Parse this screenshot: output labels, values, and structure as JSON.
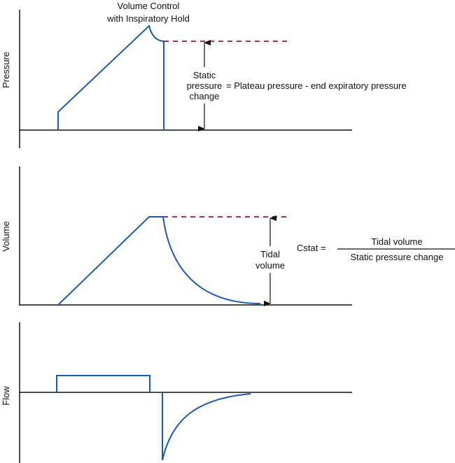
{
  "title": [
    "Volume Control",
    "with Inspiratory Hold"
  ],
  "panels": {
    "pressure": {
      "ylabel": "Pressure",
      "annotation": [
        "Static",
        "pressure",
        "change"
      ],
      "equation": "= Plateau pressure - end expiratory pressure"
    },
    "volume": {
      "ylabel": "Volume",
      "annotation": [
        "Tidal",
        "volume"
      ]
    },
    "flow": {
      "ylabel": "Flow"
    }
  },
  "formula": {
    "lhs": "Cstat =",
    "numerator": "Tidal volume",
    "denominator": "Static pressure change"
  },
  "colors": {
    "trace": "#1f5aa6",
    "dashed": "#8b1a3a",
    "axis": "#111111"
  }
}
